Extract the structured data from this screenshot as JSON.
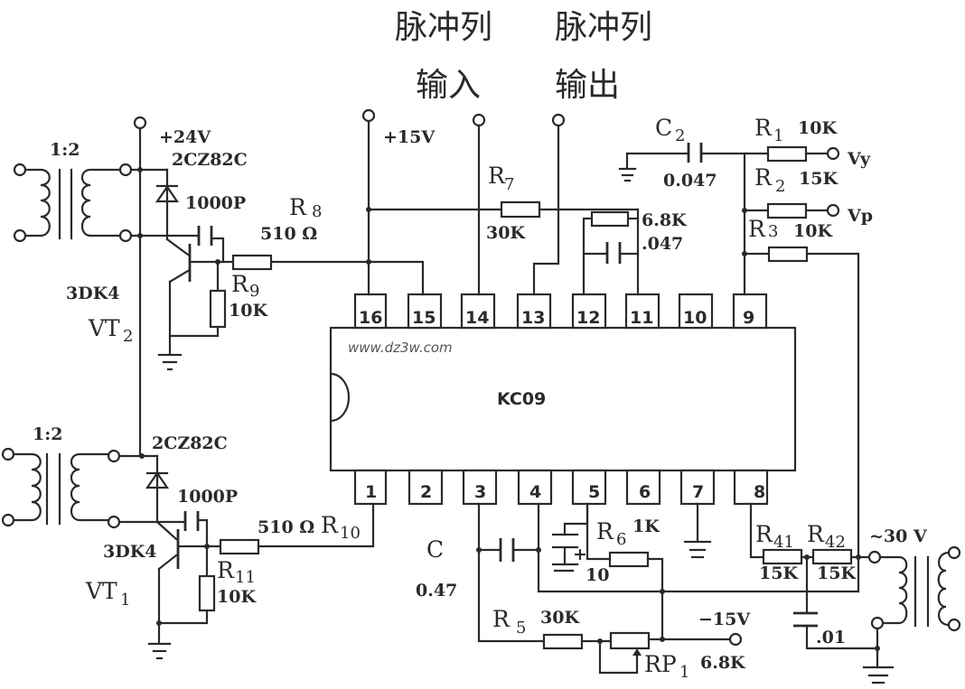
{
  "title": {
    "line1_left": "脉冲列",
    "line1_right": "脉冲列",
    "line2_left": "输入",
    "line2_right": "输出"
  },
  "chip": {
    "name": "KC09",
    "watermark": "www.dz3w.com",
    "top_pins": [
      "16",
      "15",
      "14",
      "13",
      "12",
      "11",
      "10",
      "9"
    ],
    "bottom_pins": [
      "1",
      "2",
      "3",
      "4",
      "5",
      "6",
      "7",
      "8"
    ]
  },
  "supplies": {
    "plus24": "+24V",
    "plus15": "+15V",
    "minus15": "−15V",
    "ac30": "~30 V"
  },
  "upper_stage": {
    "ratio": "1:2",
    "diode": "2CZ82C",
    "cap": "1000P",
    "transistor_type": "3DK4",
    "transistor_name": "VT",
    "transistor_sub": "2",
    "r8_name": "R",
    "r8_sub": "8",
    "r8_value": "510 Ω",
    "r9_name": "R",
    "r9_sub": "9",
    "r9_value": "10K"
  },
  "lower_stage": {
    "ratio": "1:2",
    "diode": "2CZ82C",
    "cap": "1000P",
    "transistor_type": "3DK4",
    "transistor_name": "VT",
    "transistor_sub": "1",
    "r10_value": "510 Ω",
    "r10_name": "R",
    "r10_sub": "10",
    "r11_name": "R",
    "r11_sub": "11",
    "r11_value": "10K"
  },
  "components": {
    "r7_name": "R",
    "r7_sub": "7",
    "r7_value": "30K",
    "r12_value": "6.8K",
    "c12_value": ".047",
    "c2_name": "C",
    "c2_sub": "2",
    "c2_value": "0.047",
    "r1_name": "R",
    "r1_sub": "1",
    "r1_value": "10K",
    "vy": "Vy",
    "r2_name": "R",
    "r2_sub": "2",
    "r2_value": "15K",
    "vp": "Vp",
    "r3_name": "R",
    "r3_sub": "3",
    "r3_value": "10K",
    "c_name": "C",
    "c_value": "0.47",
    "r6_name": "R",
    "r6_sub": "6",
    "r6_value": "1K",
    "ce_value": "10",
    "r5_name": "R",
    "r5_sub": "5",
    "r5_value": "30K",
    "rp1_name": "RP",
    "rp1_sub": "1",
    "rp1_value": "6.8K",
    "r41_name": "R",
    "r41_sub": "41",
    "r41_value": "15K",
    "r42_name": "R",
    "r42_sub": "42",
    "r42_value": "15K",
    "c_filter_value": ".01"
  }
}
